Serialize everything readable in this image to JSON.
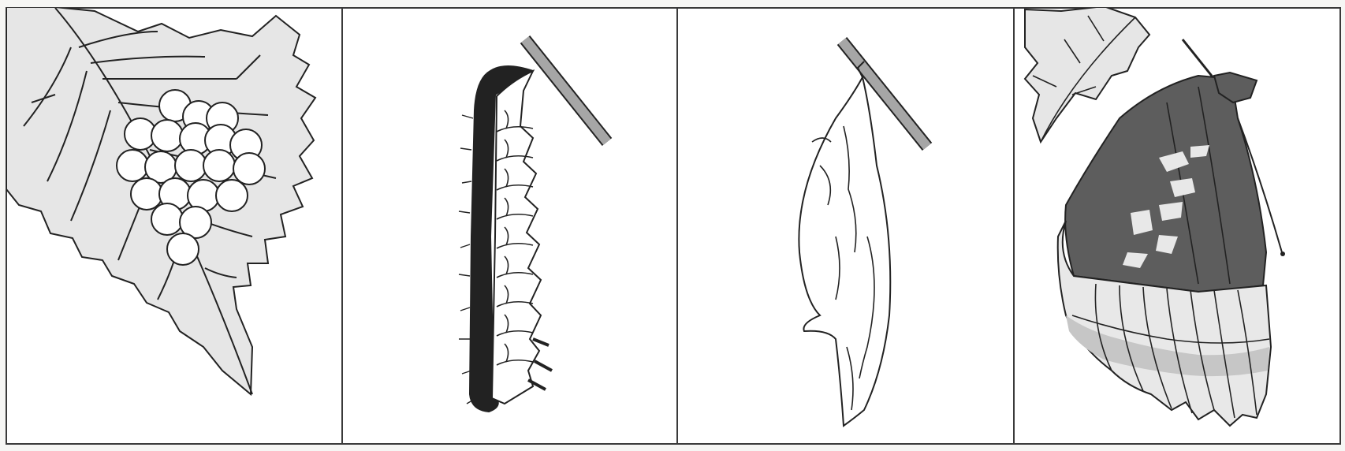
{
  "figure": {
    "panels": [
      {
        "stage": "eggs",
        "icon": "egg-cluster-icon",
        "egg_count": 20
      },
      {
        "stage": "larva",
        "icon": "caterpillar-icon",
        "segment_count": 10
      },
      {
        "stage": "pupa",
        "icon": "chrysalis-icon"
      },
      {
        "stage": "adult",
        "icon": "butterfly-icon"
      }
    ],
    "colors": {
      "background": "#f6f6f4",
      "panel": "#ffffff",
      "border": "#3a3a3a",
      "line": "#222222",
      "leaf_fill": "#e6e6e6",
      "stick_fill": "#a6a6a6",
      "wing_dark": "#5d5d5d",
      "wing_light": "#e8e8e8",
      "wing_band": "#c6c6c6"
    }
  }
}
